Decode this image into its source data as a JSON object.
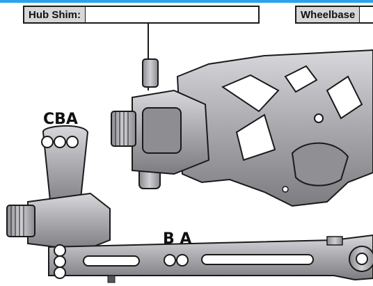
{
  "fields": {
    "hub_shim": {
      "label": "Hub Shim:",
      "value": ""
    },
    "wheelbase": {
      "label": "Wheelbase",
      "value": ""
    }
  },
  "labels": {
    "steering_block_positions": "CBA",
    "link_positions": "B A"
  },
  "colors": {
    "accent": "#2aa3e8",
    "metal": "#a9a9ad",
    "metal_dark": "#6e6e73",
    "outline": "#1a1a1a"
  }
}
